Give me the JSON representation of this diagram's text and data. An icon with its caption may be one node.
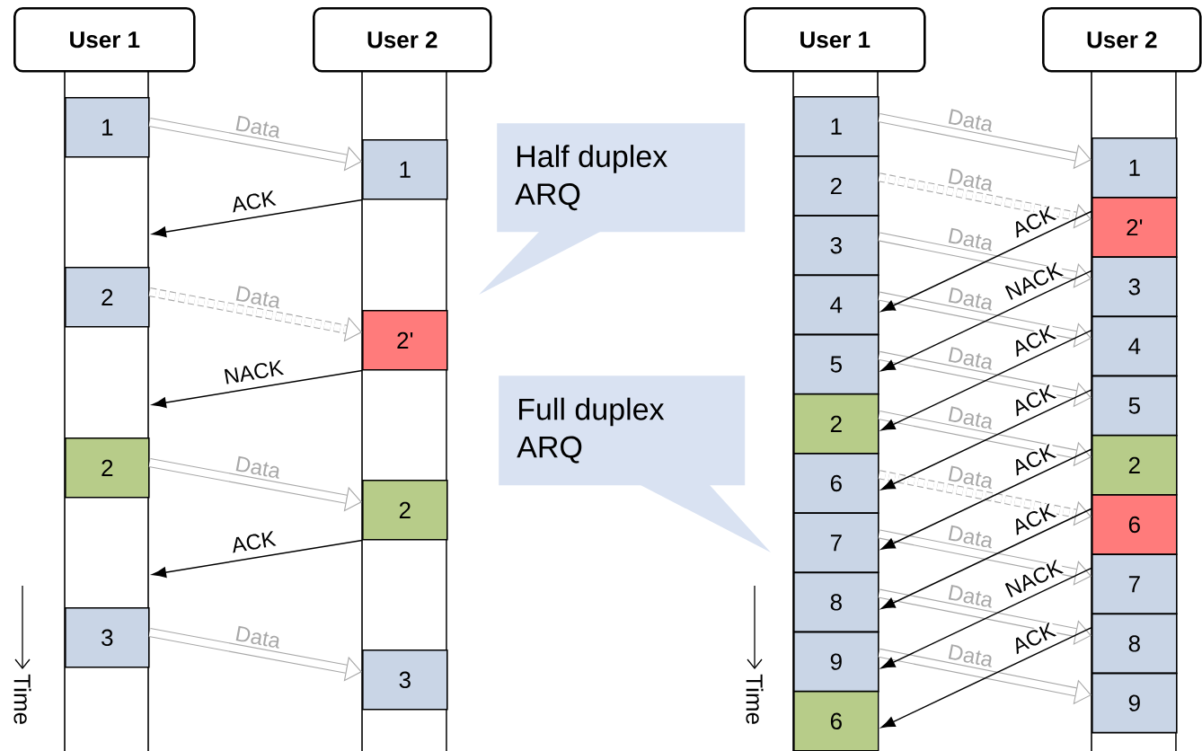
{
  "diagram": {
    "nodes": [
      {
        "text": [
          "User 1"
        ]
      },
      {
        "text": [
          "User 2"
        ]
      },
      {
        "text": [
          "1"
        ]
      },
      {
        "text": [
          "2"
        ]
      },
      {
        "text": [
          "2"
        ]
      },
      {
        "text": [
          "3"
        ]
      },
      {
        "text": [
          "1"
        ]
      },
      {
        "text": [
          "2'"
        ]
      },
      {
        "text": [
          "2"
        ]
      },
      {
        "text": [
          "3"
        ]
      },
      {
        "text": [
          "Half duplex ARQ"
        ]
      },
      {
        "text": [
          "Full duplex ARQ"
        ]
      },
      {
        "text": [
          "User 1"
        ]
      },
      {
        "text": [
          "User 2"
        ]
      },
      {
        "text": [
          "1"
        ]
      },
      {
        "text": [
          "2"
        ]
      },
      {
        "text": [
          "3"
        ]
      },
      {
        "text": [
          "4"
        ]
      },
      {
        "text": [
          "5"
        ]
      },
      {
        "text": [
          "2"
        ]
      },
      {
        "text": [
          "6"
        ]
      },
      {
        "text": [
          "7"
        ]
      },
      {
        "text": [
          "8"
        ]
      },
      {
        "text": [
          "9"
        ]
      },
      {
        "text": [
          "6"
        ]
      },
      {
        "text": [
          "1"
        ]
      },
      {
        "text": [
          "2'"
        ]
      },
      {
        "text": [
          "3"
        ]
      },
      {
        "text": [
          "4"
        ]
      },
      {
        "text": [
          "5"
        ]
      },
      {
        "text": [
          "2"
        ]
      },
      {
        "text": [
          "6"
        ]
      },
      {
        "text": [
          "7"
        ]
      },
      {
        "text": [
          "8"
        ]
      },
      {
        "text": [
          "9"
        ]
      }
    ],
    "edges": [
      {
        "from": 2,
        "to": 6,
        "arrow": "to",
        "label": "Data"
      },
      {
        "from": 6,
        "to": null,
        "arrow": "to",
        "label": "ACK",
        "color": "#000000"
      },
      {
        "from": 3,
        "to": 7,
        "arrow": "to",
        "label": "Data",
        "style": "dashed"
      },
      {
        "from": 7,
        "to": null,
        "arrow": "to",
        "label": "NACK",
        "color": "#000000"
      },
      {
        "from": 4,
        "to": 8,
        "arrow": "to",
        "label": "Data"
      },
      {
        "from": 8,
        "to": null,
        "arrow": "to",
        "label": "ACK",
        "color": "#000000"
      },
      {
        "from": 5,
        "to": 9,
        "arrow": "to",
        "label": "Data"
      },
      {
        "from": 14,
        "to": 25,
        "arrow": "to",
        "label": "Data"
      },
      {
        "from": 15,
        "to": 26,
        "arrow": "to",
        "label": "Data",
        "style": "dashed"
      },
      {
        "from": 16,
        "to": 27,
        "arrow": "to",
        "label": "Data"
      },
      {
        "from": 17,
        "to": 28,
        "arrow": "to",
        "label": "Data"
      },
      {
        "from": 18,
        "to": 29,
        "arrow": "to",
        "label": "Data"
      },
      {
        "from": 19,
        "to": 30,
        "arrow": "to",
        "label": "Data"
      },
      {
        "from": 20,
        "to": 31,
        "arrow": "to",
        "label": "Data",
        "style": "dashed"
      },
      {
        "from": 21,
        "to": 32,
        "arrow": "to",
        "label": "Data"
      },
      {
        "from": 22,
        "to": 33,
        "arrow": "to",
        "label": "Data"
      },
      {
        "from": 23,
        "to": 34,
        "arrow": "to",
        "label": "Data"
      },
      {
        "from": 26,
        "to": 17,
        "arrow": "to",
        "label": "ACK",
        "color": "#000000"
      },
      {
        "from": 27,
        "to": 18,
        "arrow": "to",
        "label": "NACK",
        "color": "#000000"
      },
      {
        "from": 28,
        "to": 19,
        "arrow": "to",
        "label": "ACK",
        "color": "#000000"
      },
      {
        "from": 29,
        "to": 20,
        "arrow": "to",
        "label": "ACK",
        "color": "#000000"
      },
      {
        "from": 30,
        "to": 21,
        "arrow": "to",
        "label": "ACK",
        "color": "#000000"
      },
      {
        "from": 31,
        "to": 22,
        "arrow": "to",
        "label": "ACK",
        "color": "#000000"
      },
      {
        "from": 32,
        "to": 23,
        "arrow": "to",
        "label": "NACK",
        "color": "#000000"
      },
      {
        "from": 33,
        "to": 24,
        "arrow": "to",
        "label": "ACK",
        "color": "#000000"
      }
    ],
    "labels": [
      "Time",
      "Time"
    ]
  }
}
